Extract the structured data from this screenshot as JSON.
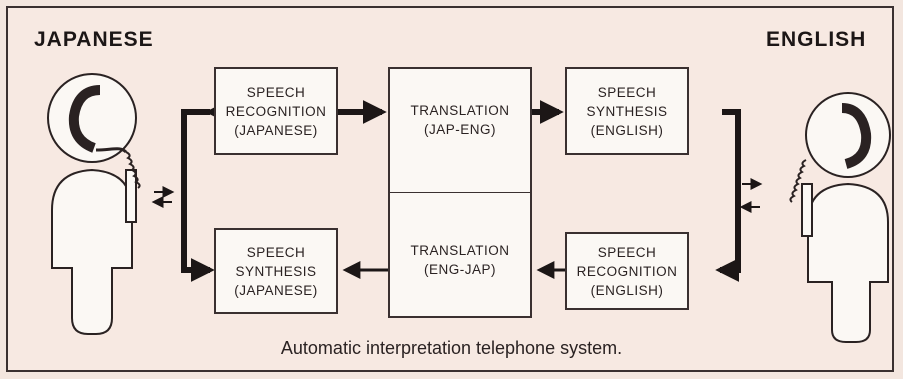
{
  "labels": {
    "left_language": "JAPANESE",
    "right_language": "ENGLISH",
    "caption": "Automatic interpretation telephone system."
  },
  "boxes": {
    "speech_recognition_japanese": {
      "line1": "SPEECH",
      "line2": "RECOGNITION",
      "line3": "(JAPANESE)"
    },
    "translation_jap_eng": {
      "line1": "TRANSLATION",
      "line2": "(JAP-ENG)"
    },
    "speech_synthesis_english": {
      "line1": "SPEECH",
      "line2": "SYNTHESIS",
      "line3": "(ENGLISH)"
    },
    "speech_synthesis_japanese": {
      "line1": "SPEECH",
      "line2": "SYNTHESIS",
      "line3": "(JAPANESE)"
    },
    "translation_eng_jap": {
      "line1": "TRANSLATION",
      "line2": "(ENG-JAP)"
    },
    "speech_recognition_english": {
      "line1": "SPEECH",
      "line2": "RECOGNITION",
      "line3": "(ENGLISH)"
    }
  },
  "icons": {
    "left_person": "person-with-telephone-icon",
    "right_person": "person-with-telephone-icon"
  }
}
